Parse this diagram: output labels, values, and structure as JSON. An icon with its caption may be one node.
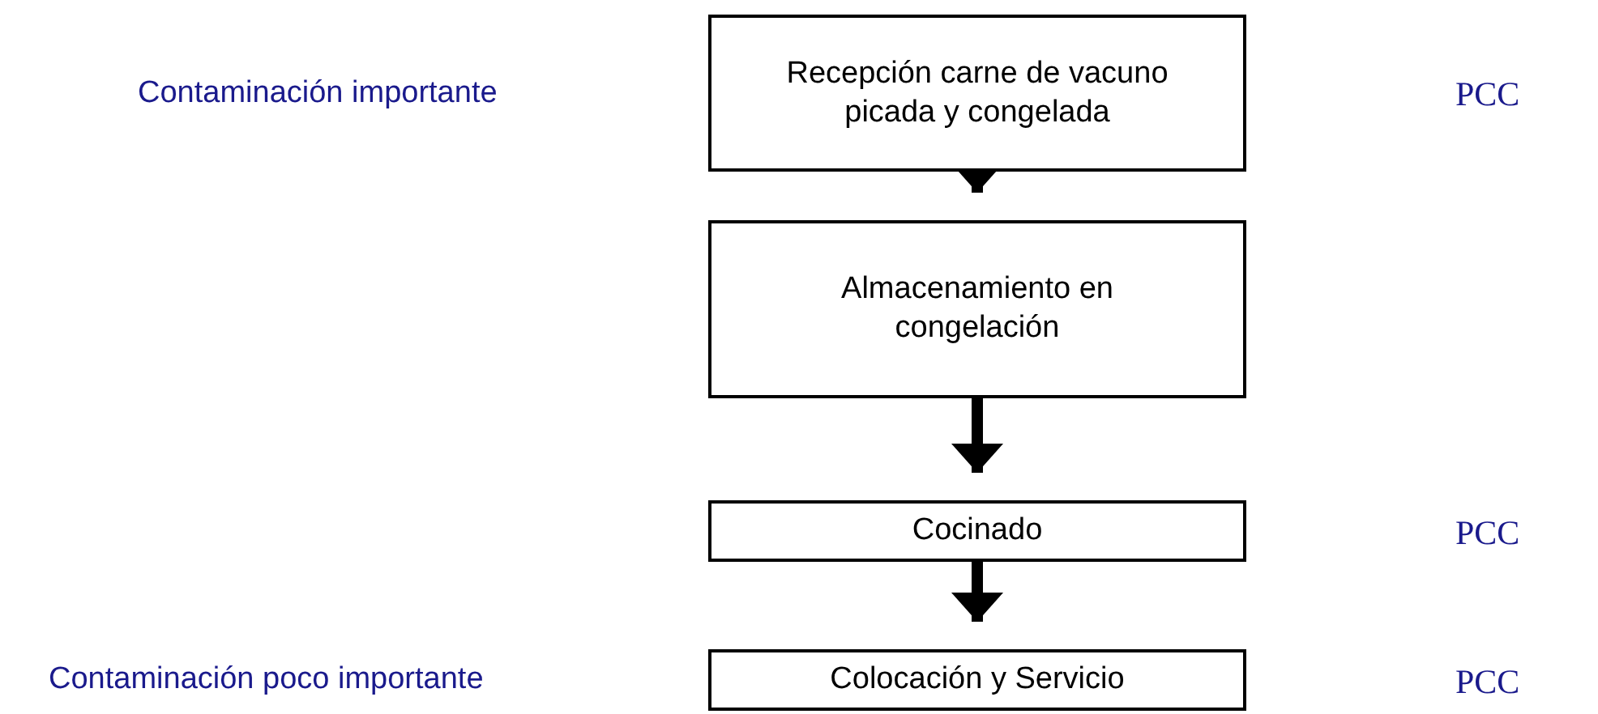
{
  "diagram": {
    "nodes": [
      {
        "text": [
          "Recepción carne de vacuno picada y congelada"
        ]
      },
      {
        "text": [
          "Almacenamiento en congelación"
        ]
      },
      {
        "text": [
          "Cocinado"
        ]
      },
      {
        "text": [
          "Colocación y Servicio"
        ]
      }
    ],
    "edges": [
      {
        "from": 0,
        "to": 1,
        "arrow": "to"
      },
      {
        "from": 1,
        "to": 2,
        "arrow": "to"
      },
      {
        "from": 2,
        "to": 3,
        "arrow": "to"
      }
    ],
    "labels": [
      "Contaminación importante",
      "PCC",
      "PCC",
      "Contaminación poco importante",
      "PCC"
    ]
  }
}
